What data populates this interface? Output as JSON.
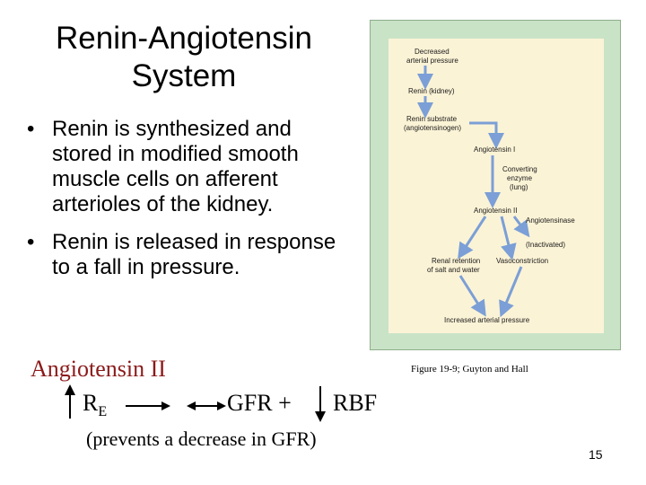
{
  "title": "Renin-Angiotensin System",
  "bullets": [
    "Renin is synthesized and stored in modified smooth muscle cells on afferent arterioles of the kidney.",
    "Renin is released in response to a fall in pressure."
  ],
  "bullet_glyph": "•",
  "subhead": "Angiotensin II",
  "equation": {
    "r_main": "R",
    "r_sub": "E",
    "gfr": "GFR +",
    "rbf": "RBF"
  },
  "note": "(prevents a decrease in GFR)",
  "figure": {
    "caption": "Figure 19-9; Guyton and Hall",
    "nodes": {
      "decreased1": "Decreased",
      "decreased2": "arterial pressure",
      "renin": "Renin (kidney)",
      "substrate1": "Renin substrate",
      "substrate2": "(angiotensinogen)",
      "ang1": "Angiotensin I",
      "conv1": "Converting",
      "conv2": "enzyme",
      "conv3": "(lung)",
      "ang2": "Angiotensin II",
      "angiotensinase": "Angiotensinase",
      "inactivated": "(Inactivated)",
      "renal1": "Renal retention",
      "renal2": "of salt and water",
      "vaso": "Vasoconstriction",
      "increased": "Increased arterial pressure"
    },
    "colors": {
      "arrow": "#7b9fd6",
      "frame": "#c9e3c7",
      "panel": "#fbf3d6"
    }
  },
  "page_number": "15"
}
